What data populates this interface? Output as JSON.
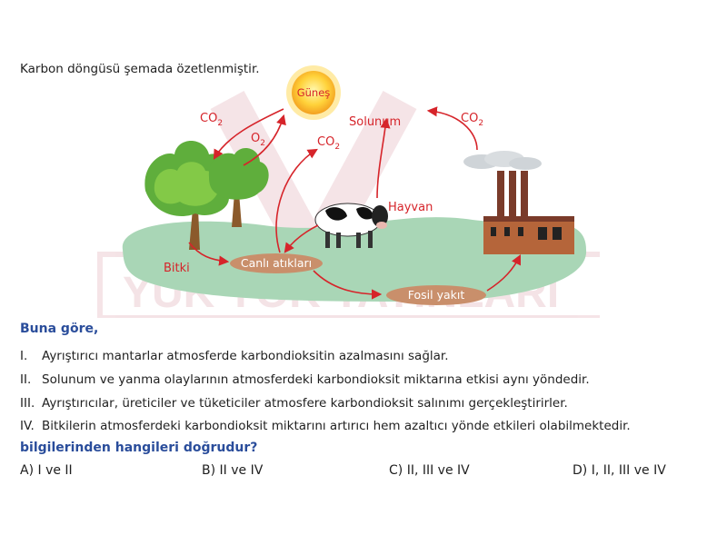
{
  "intro": "Karbon döngüsü şemada özetlenmiştir.",
  "diagram": {
    "sun": "Güneş",
    "co2_left": "CO",
    "o2": "O",
    "co2_mid": "CO",
    "solunum": "Solunum",
    "co2_right": "CO",
    "hayvan": "Hayvan",
    "bitki": "Bitki",
    "canli_atiklari": "Canlı atıkları",
    "fosil_yakit": "Fosil yakıt",
    "sub2": "2"
  },
  "question": {
    "lead": "Buna göre,",
    "items": [
      {
        "num": "I.",
        "text": "Ayrıştırıcı mantarlar atmosferde karbondioksitin azalmasını sağlar."
      },
      {
        "num": "II.",
        "text": "Solunum ve yanma olaylarının atmosferdeki karbondioksit miktarına etkisi aynı yöndedir."
      },
      {
        "num": "III.",
        "text": "Ayrıştırıcılar, üreticiler ve tüketiciler atmosfere karbondioksit salınımı gerçekleştirirler."
      },
      {
        "num": "IV.",
        "text": "Bitkilerin atmosferdeki karbondioksit miktarını artırıcı hem azaltıcı yönde etkileri olabilmektedir."
      }
    ],
    "tail": "bilgilerinden hangileri doğrudur?"
  },
  "options": {
    "a": "A) I ve II",
    "b": "B) II ve IV",
    "c": "C) II, III ve IV",
    "d": "D) I, II, III ve IV"
  },
  "watermark": "YÜK YOK YAYINLARI",
  "colors": {
    "red": "#d6242a",
    "blue": "#2a4d9b",
    "ground": "#a9d6b6",
    "label_bg": "#c98f6b"
  }
}
